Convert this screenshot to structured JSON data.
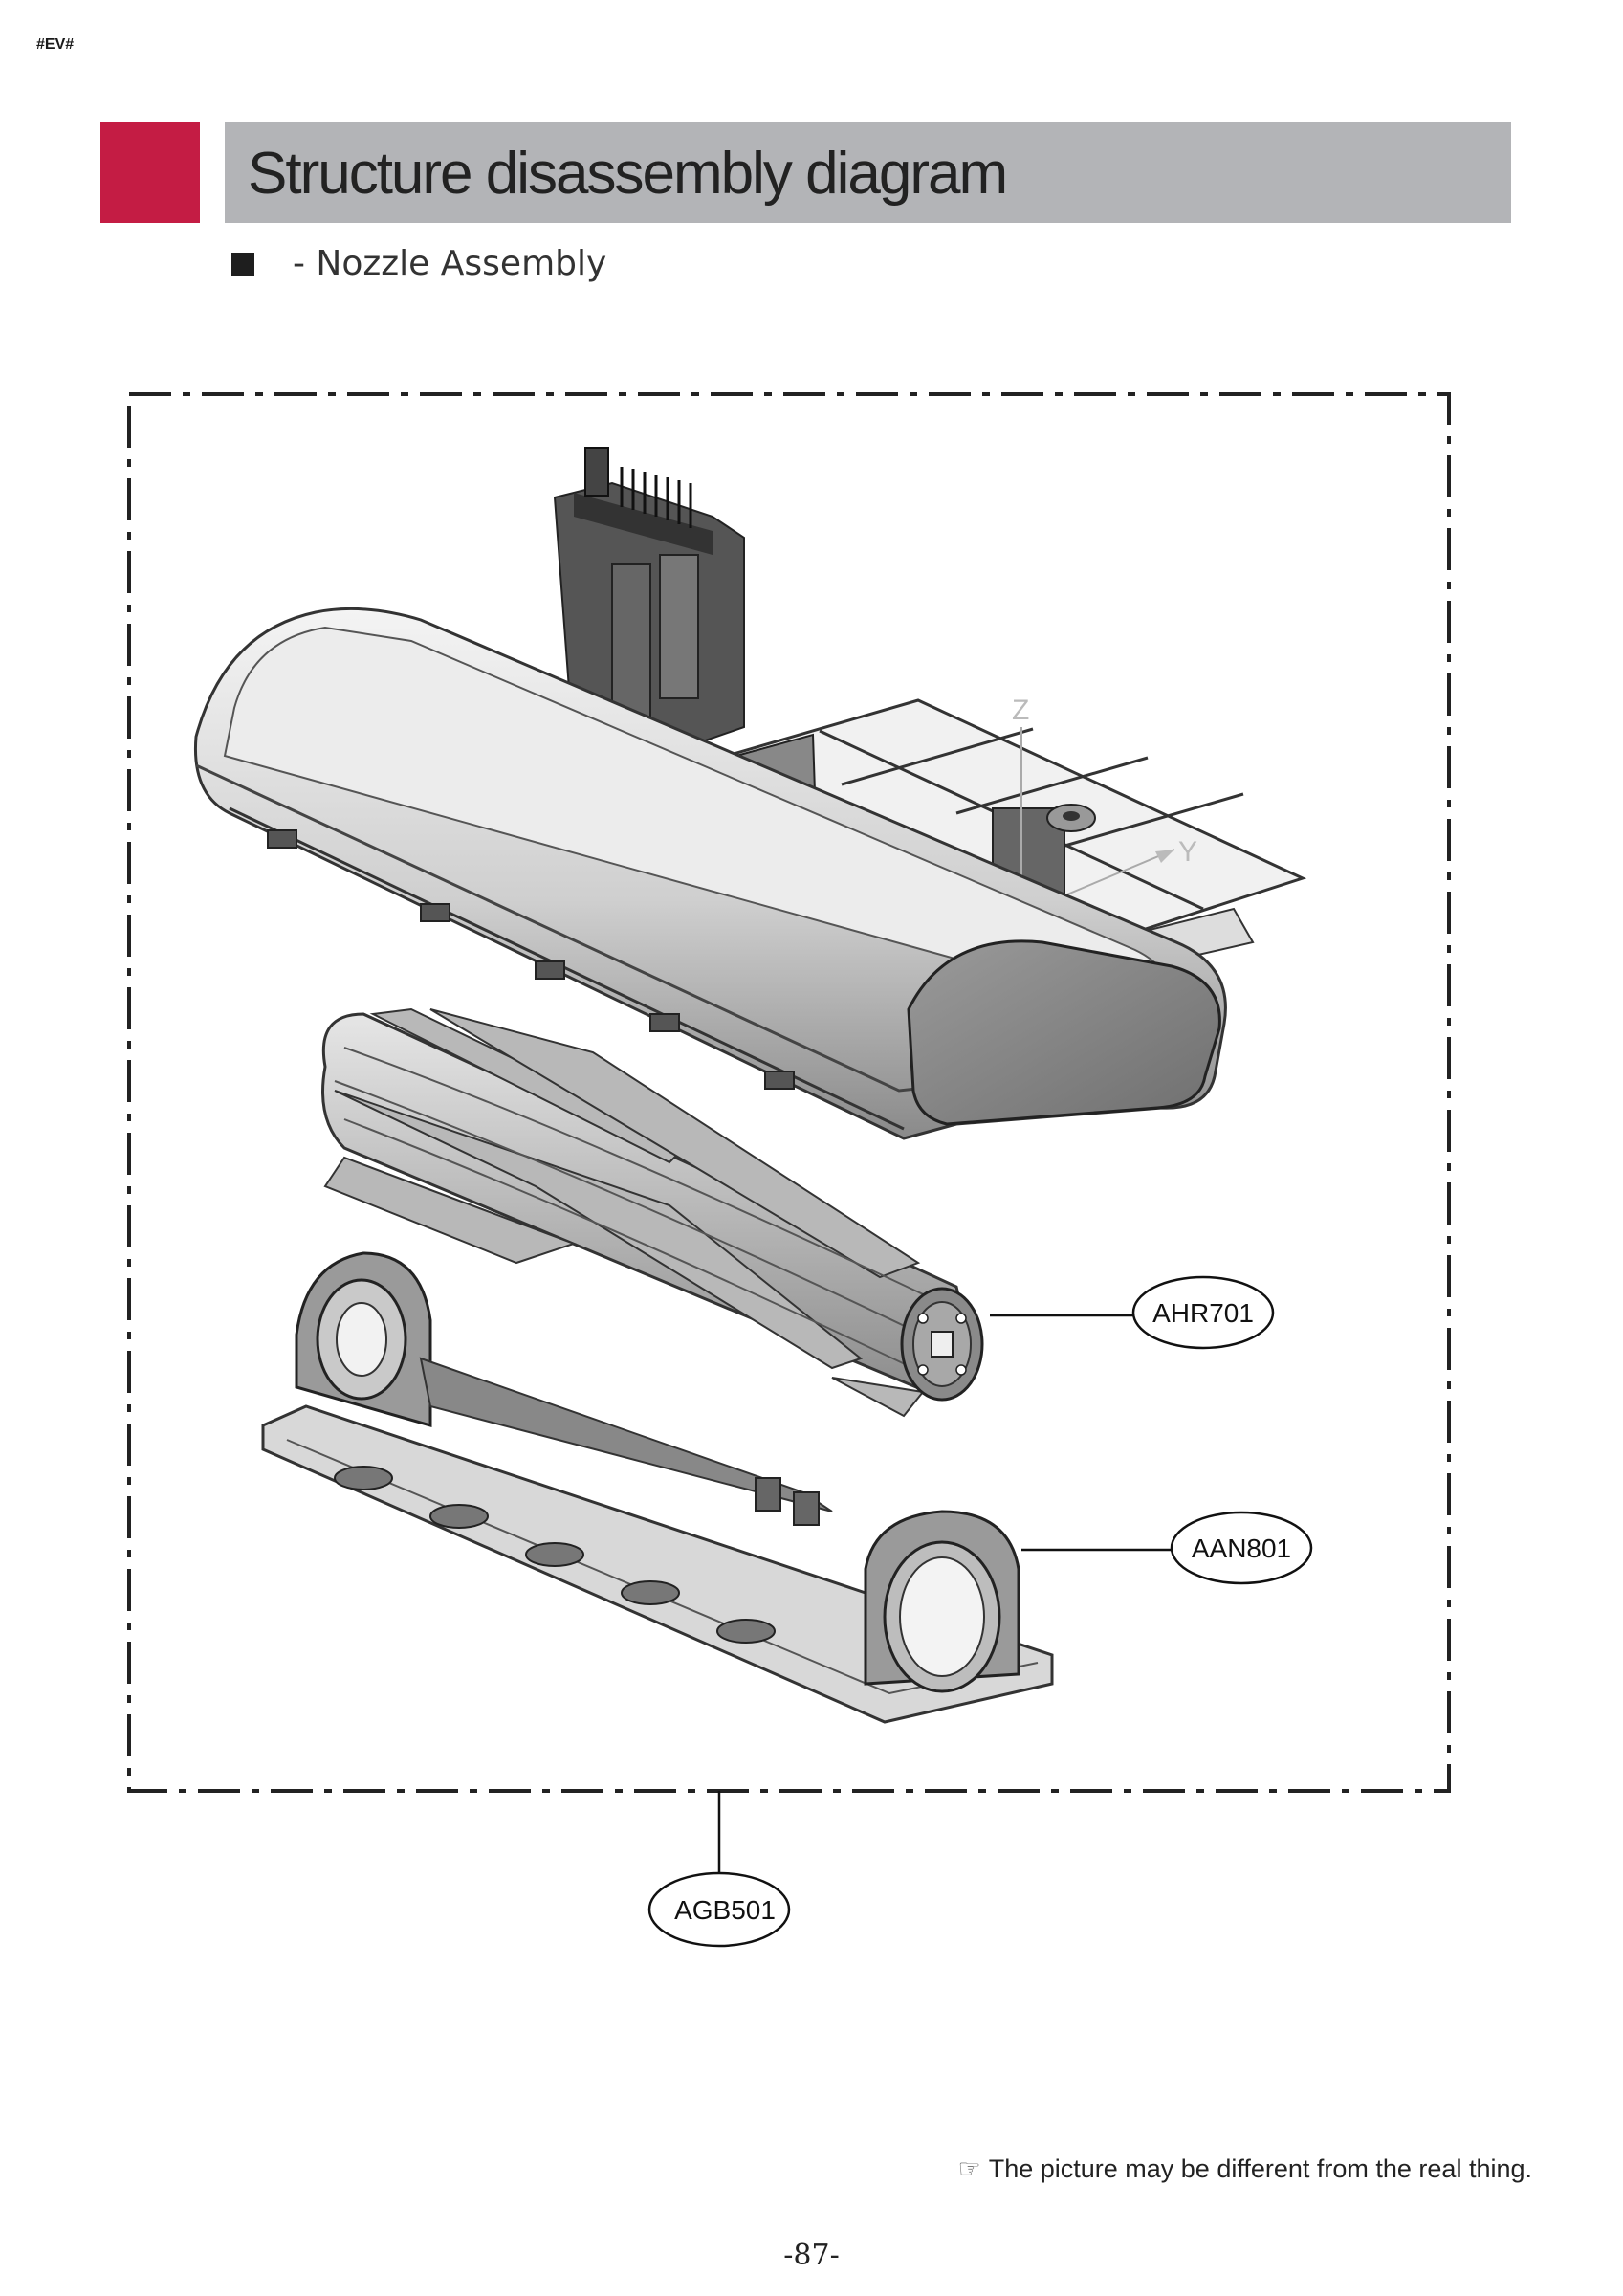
{
  "header": {
    "tag": "#EV#",
    "title": "Structure disassembly diagram",
    "subtitle": "- Nozzle Assembly"
  },
  "callouts": [
    {
      "id": "AHR701",
      "label": "AHR701"
    },
    {
      "id": "AAN801",
      "label": "AAN801"
    },
    {
      "id": "AGB501",
      "label": "AGB501"
    }
  ],
  "axis_labels": {
    "z": "Z",
    "y": "Y"
  },
  "footer": {
    "note": "The picture may be different from the real thing.",
    "note_icon": "pointing-hand-icon",
    "page_number": "-87-"
  },
  "colors": {
    "accent": "#c41c44",
    "title_bar": "#b3b4b7"
  }
}
